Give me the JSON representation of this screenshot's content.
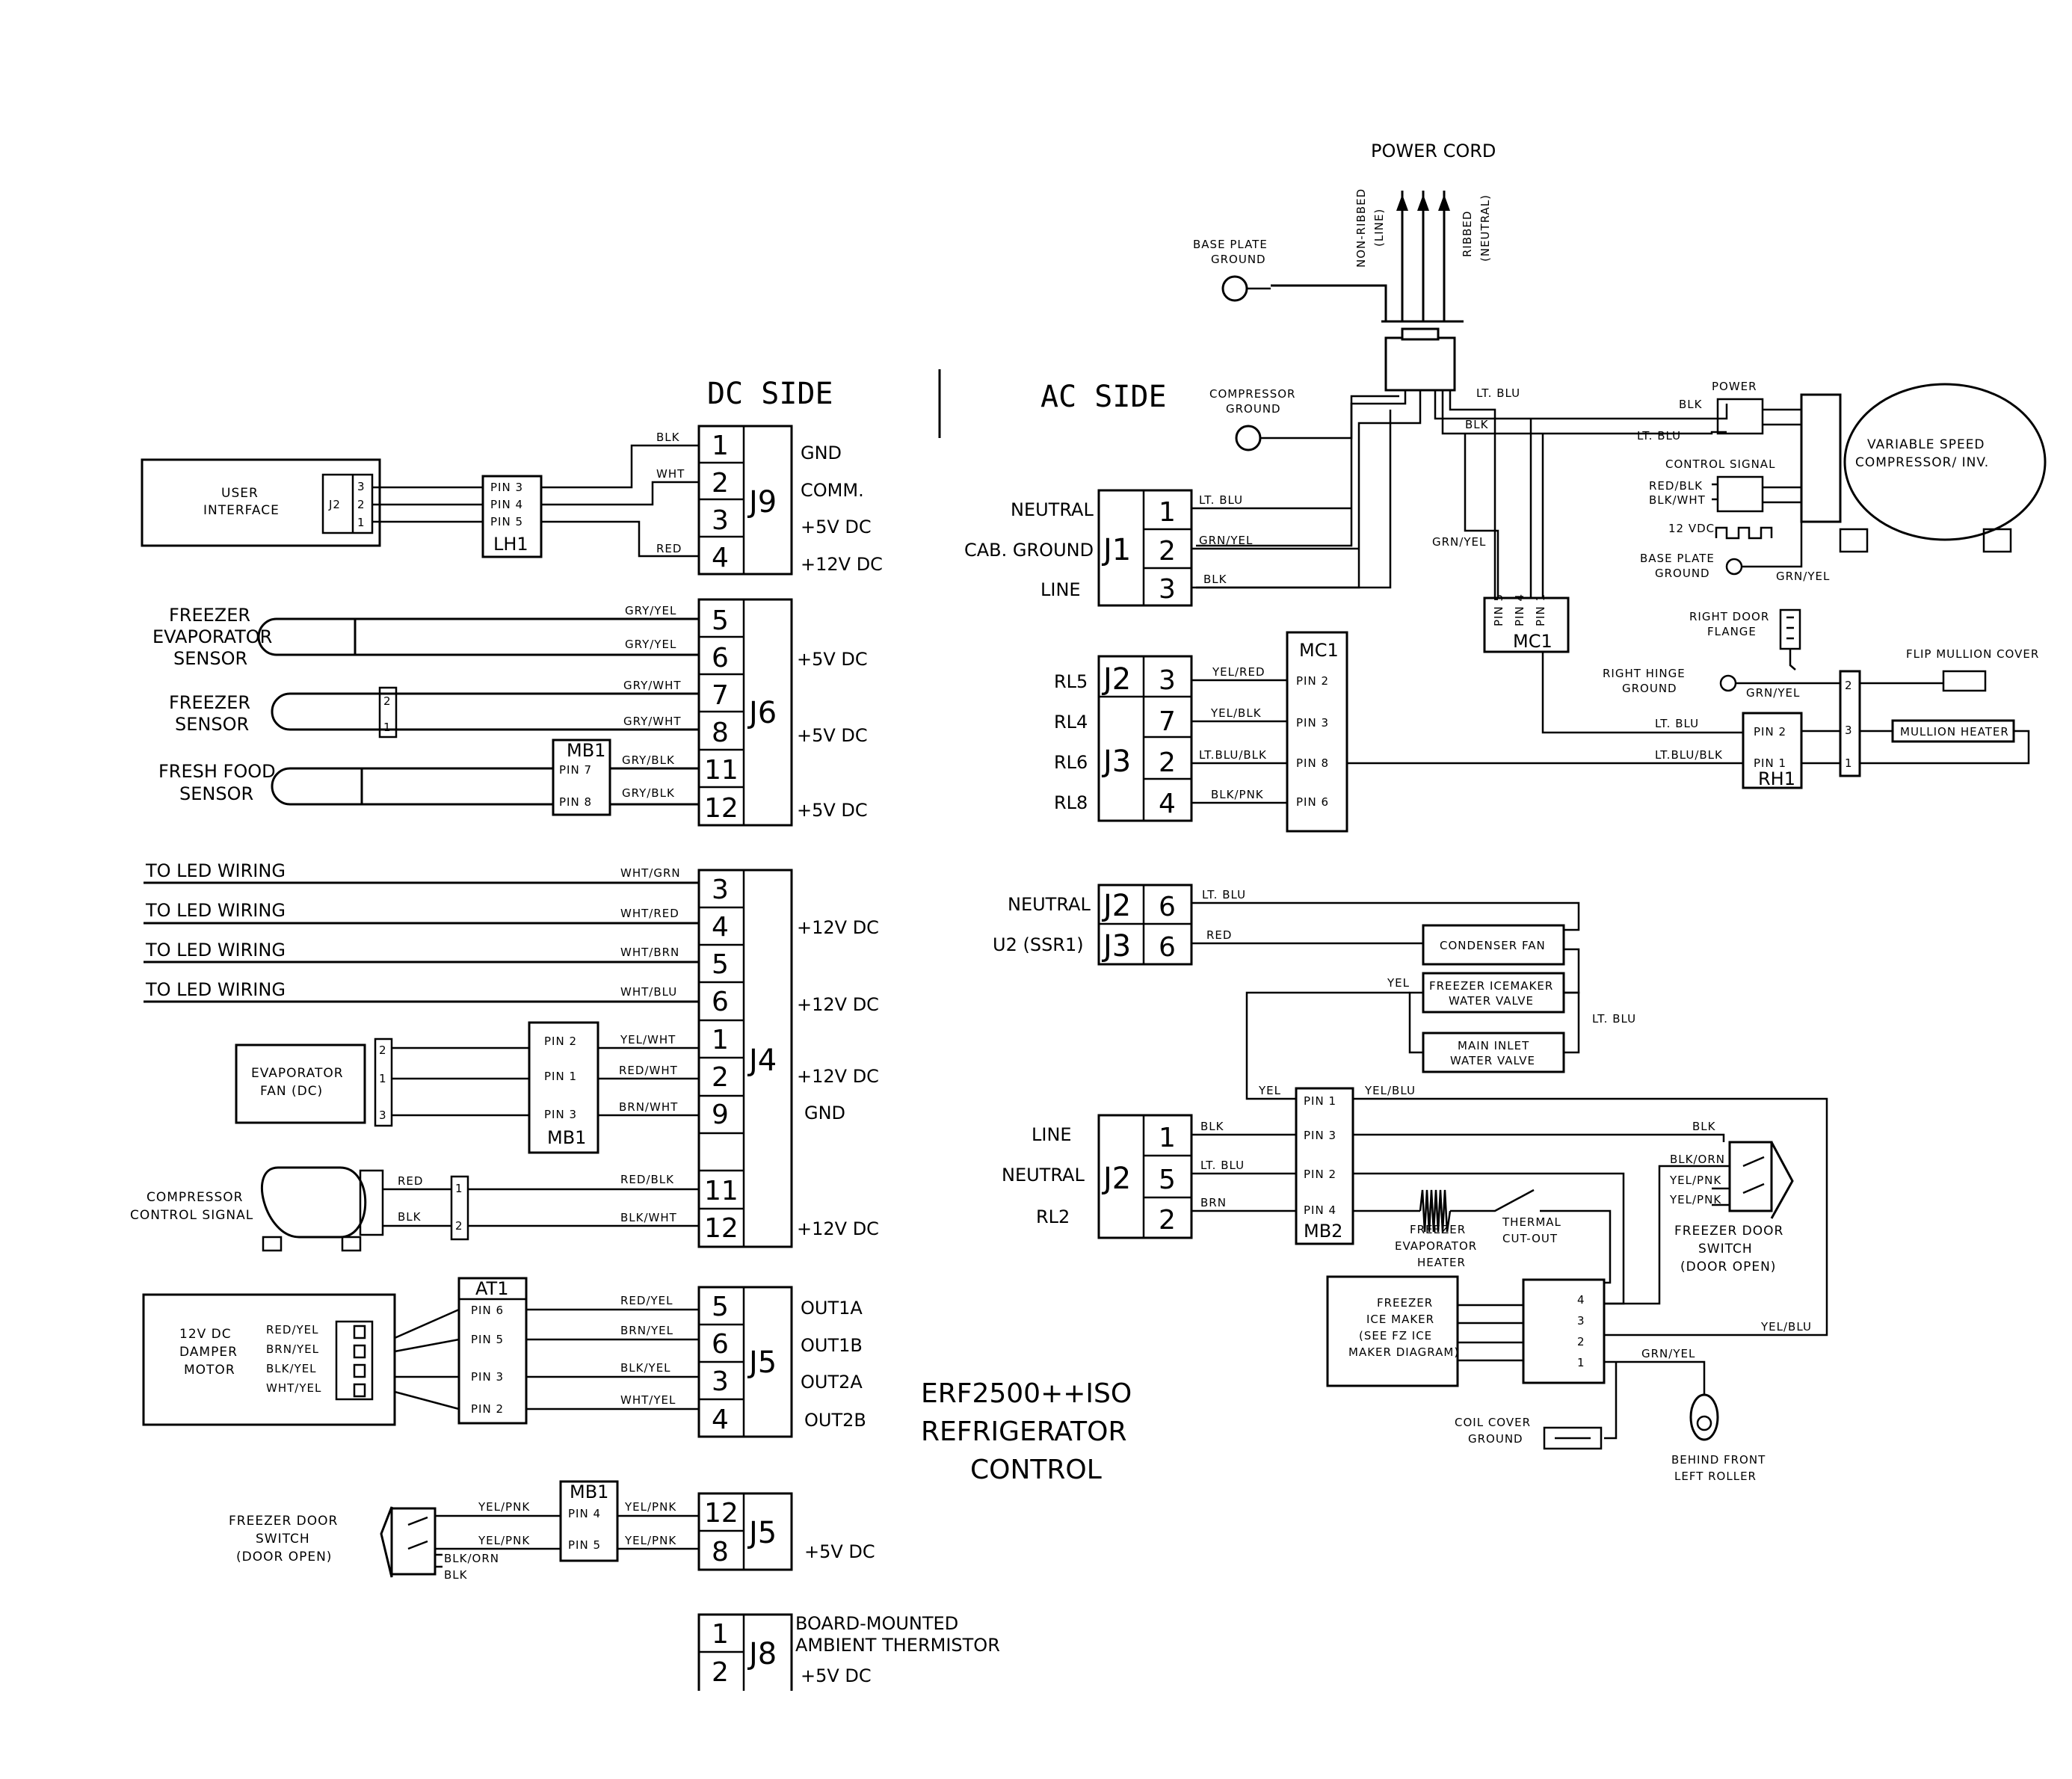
{
  "title": {
    "line1": "ERF2500++ISO",
    "line2": "REFRIGERATOR",
    "line3": "CONTROL"
  },
  "sides": {
    "dc": "DC SIDE",
    "ac": "AC SIDE"
  },
  "power": {
    "cord": "POWER CORD",
    "non_ribbed": "NON-RIBBED",
    "line": "(LINE)",
    "ribbed": "RIBBED",
    "neutral": "(NEUTRAL)",
    "base_plate_ground_l1": "BASE PLATE",
    "base_plate_ground_l2": "GROUND",
    "compressor_ground_l1": "COMPRESSOR",
    "compressor_ground_l2": "GROUND"
  },
  "wire_labels": {
    "blk": "BLK",
    "wht": "WHT",
    "red": "RED",
    "lt_blu": "LT. BLU",
    "grn_yel": "GRN/YEL",
    "yel": "YEL",
    "yel_blu": "YEL/BLU",
    "brn": "BRN",
    "blk_orn": "BLK/ORN",
    "yel_pnk": "YEL/PNK",
    "gry_yel": "GRY/YEL",
    "gry_wht": "GRY/WHT",
    "gry_blk": "GRY/BLK",
    "wht_grn": "WHT/GRN",
    "wht_red": "WHT/RED",
    "wht_brn": "WHT/BRN",
    "wht_blu": "WHT/BLU",
    "yel_wht": "YEL/WHT",
    "red_wht": "RED/WHT",
    "brn_wht": "BRN/WHT",
    "red_blk": "RED/BLK",
    "blk_wht": "BLK/WHT",
    "red_yel": "RED/YEL",
    "brn_yel": "BRN/YEL",
    "blk_yel": "BLK/YEL",
    "wht_yel": "WHT/YEL",
    "yel_red": "YEL/RED",
    "yel_blk": "YEL/BLK",
    "lt_blu_blk": "LT.BLU/BLK",
    "blk_pnk": "BLK/PNK"
  },
  "pins": {
    "p1": "PIN 1",
    "p2": "PIN 2",
    "p3": "PIN 3",
    "p4": "PIN 4",
    "p5": "PIN 5",
    "p6": "PIN 6",
    "p7": "PIN 7",
    "p8": "PIN 8"
  },
  "connectors": {
    "j1": "J1",
    "j2": "J2",
    "j3": "J3",
    "j4": "J4",
    "j5": "J5",
    "j6": "J6",
    "j8": "J8",
    "j9": "J9",
    "lh1": "LH1",
    "mb1": "MB1",
    "mb2": "MB2",
    "mc1": "MC1",
    "at1": "AT1",
    "rh1": "RH1"
  },
  "numbers": {
    "n1": "1",
    "n2": "2",
    "n3": "3",
    "n4": "4",
    "n5": "5",
    "n6": "6",
    "n7": "7",
    "n8": "8",
    "n9": "9",
    "n11": "11",
    "n12": "12"
  },
  "signals": {
    "gnd": "GND",
    "comm": "COMM.",
    "plus5": "+5V DC",
    "plus12": "+12V DC",
    "out1a": "OUT1A",
    "out1b": "OUT1B",
    "out2a": "OUT2A",
    "out2b": "OUT2B",
    "board_l1": "BOARD-MOUNTED",
    "board_l2": "AMBIENT THERMISTOR"
  },
  "ac_labels": {
    "neutral": "NEUTRAL",
    "cab_ground": "CAB. GROUND",
    "line": "LINE",
    "rl5": "RL5",
    "rl4": "RL4",
    "rl6": "RL6",
    "rl8": "RL8",
    "rl2": "RL2",
    "u2": "U2 (SSR1)"
  },
  "components": {
    "user_interface_l1": "USER",
    "user_interface_l2": "INTERFACE",
    "fz_evap_l1": "FREEZER",
    "fz_evap_l2": "EVAPORATOR",
    "fz_evap_l3": "SENSOR",
    "fz_sensor_l1": "FREEZER",
    "fz_sensor_l2": "SENSOR",
    "ff_sensor_l1": "FRESH FOOD",
    "ff_sensor_l2": "SENSOR",
    "led_wiring": "TO LED WIRING",
    "evap_fan_l1": "EVAPORATOR",
    "evap_fan_l2": "FAN (DC)",
    "comp_signal_l1": "COMPRESSOR",
    "comp_signal_l2": "CONTROL SIGNAL",
    "damper_l1": "12V DC",
    "damper_l2": "DAMPER",
    "damper_l3": "MOTOR",
    "fz_door_sw_l1": "FREEZER DOOR",
    "fz_door_sw_l2": "SWITCH",
    "fz_door_sw_l3": "(DOOR OPEN)",
    "power_label": "POWER",
    "control_signal": "CONTROL SIGNAL",
    "red_blk_sm": "RED/BLK",
    "blk_wht_sm": "BLK/WHT",
    "vdc12": "12 VDC",
    "vsc_l1": "VARIABLE SPEED",
    "vsc_l2": "COMPRESSOR/ INV.",
    "right_door_l1": "RIGHT DOOR",
    "right_door_l2": "FLANGE",
    "flip_mullion": "FLIP MULLION COVER",
    "right_hinge_l1": "RIGHT HINGE",
    "right_hinge_l2": "GROUND",
    "mullion_heater": "MULLION HEATER",
    "condenser_fan": "CONDENSER FAN",
    "fz_ice_valve_l1": "FREEZER ICEMAKER",
    "fz_ice_valve_l2": "WATER VALVE",
    "main_inlet_l1": "MAIN INLET",
    "main_inlet_l2": "WATER VALVE",
    "fz_evap_heater_l1": "FREEZER",
    "fz_evap_heater_l2": "EVAPORATOR",
    "fz_evap_heater_l3": "HEATER",
    "thermal_l1": "THERMAL",
    "thermal_l2": "CUT-OUT",
    "ice_maker_l1": "FREEZER",
    "ice_maker_l2": "ICE MAKER",
    "ice_maker_l3": "(SEE FZ ICE",
    "ice_maker_l4": "MAKER DIAGRAM)",
    "coil_cover_l1": "COIL COVER",
    "coil_cover_l2": "GROUND",
    "behind_roller_l1": "BEHIND FRONT",
    "behind_roller_l2": "LEFT ROLLER"
  }
}
